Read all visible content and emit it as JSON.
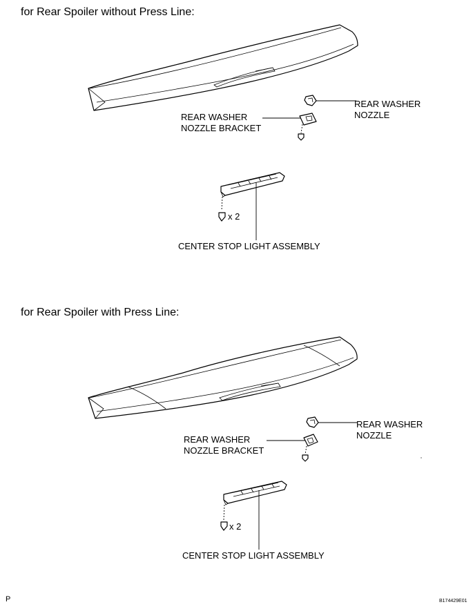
{
  "sections": [
    {
      "title": "for Rear Spoiler without Press Line:",
      "labels": {
        "rear_washer_nozzle": [
          "REAR WASHER",
          "NOZZLE"
        ],
        "rear_washer_nozzle_bracket": [
          "REAR WASHER",
          "NOZZLE BRACKET"
        ],
        "center_stop_light_assembly": "CENTER STOP LIGHT ASSEMBLY",
        "quantity": "x 2"
      }
    },
    {
      "title": "for Rear Spoiler with Press Line:",
      "labels": {
        "rear_washer_nozzle": [
          "REAR WASHER",
          "NOZZLE"
        ],
        "rear_washer_nozzle_bracket": [
          "REAR WASHER",
          "NOZZLE BRACKET"
        ],
        "center_stop_light_assembly": "CENTER STOP LIGHT ASSEMBLY",
        "quantity": "x 2"
      }
    }
  ],
  "footer": {
    "page_marker": "P",
    "figure_id": "B174429E01"
  }
}
